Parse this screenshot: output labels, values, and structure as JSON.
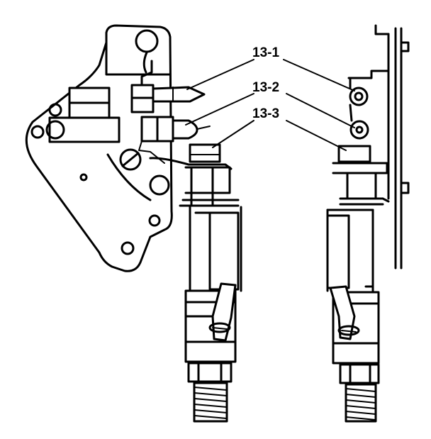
{
  "callouts": [
    {
      "label": "13-1"
    },
    {
      "label": "13-2"
    },
    {
      "label": "13-3"
    }
  ]
}
